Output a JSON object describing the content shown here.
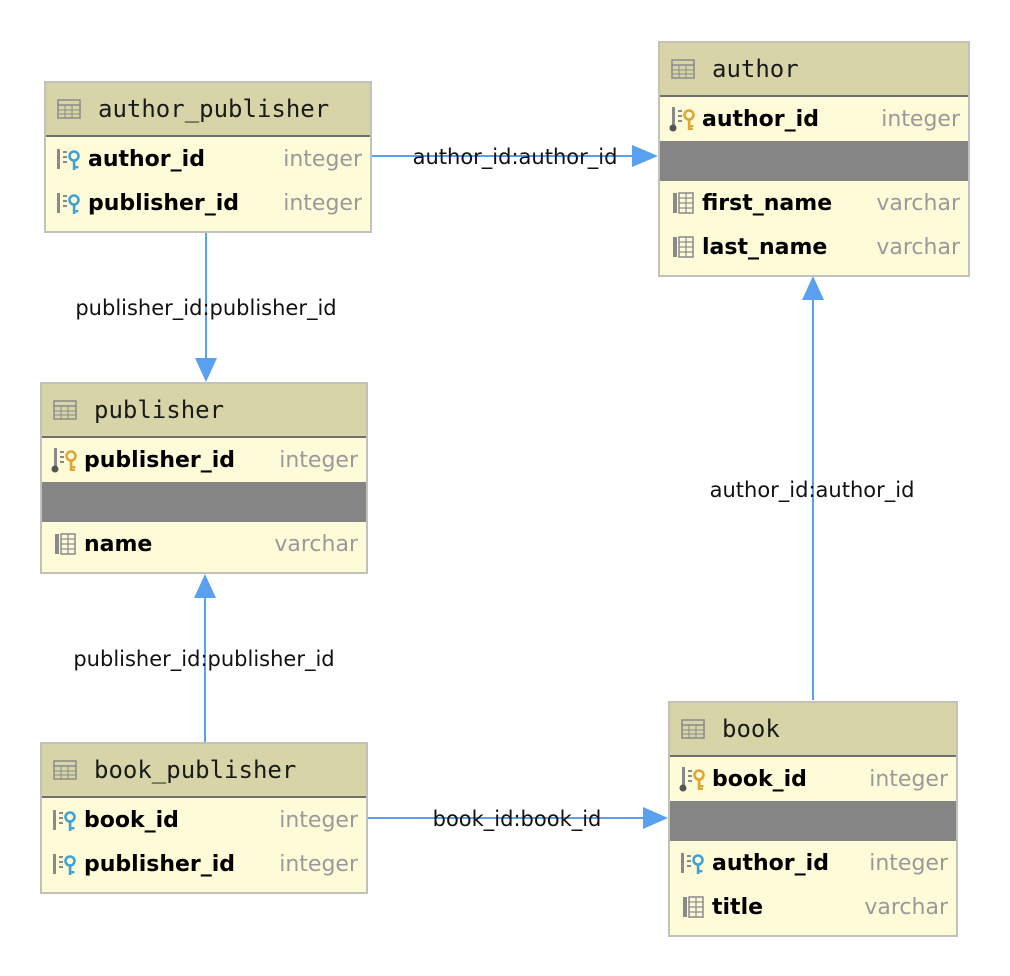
{
  "colors": {
    "header_bg": "#d7d5a8",
    "body_bg": "#fdfbd8",
    "separator": "#858585",
    "edge": "#5aa0f0",
    "type_text": "#9a9a9a",
    "fk_key": "#3da1d6",
    "pk_key": "#e0a430"
  },
  "tables": {
    "author_publisher": {
      "name": "author_publisher",
      "cols": [
        {
          "name": "author_id",
          "type": "integer",
          "icon": "foreign-key-icon"
        },
        {
          "name": "publisher_id",
          "type": "integer",
          "icon": "foreign-key-icon"
        }
      ]
    },
    "author": {
      "name": "author",
      "cols": [
        {
          "name": "author_id",
          "type": "integer",
          "icon": "primary-key-icon"
        },
        {
          "name": "first_name",
          "type": "varchar",
          "icon": "column-icon"
        },
        {
          "name": "last_name",
          "type": "varchar",
          "icon": "column-icon"
        }
      ]
    },
    "publisher": {
      "name": "publisher",
      "cols": [
        {
          "name": "publisher_id",
          "type": "integer",
          "icon": "primary-key-icon"
        },
        {
          "name": "name",
          "type": "varchar",
          "icon": "column-icon"
        }
      ]
    },
    "book_publisher": {
      "name": "book_publisher",
      "cols": [
        {
          "name": "book_id",
          "type": "integer",
          "icon": "foreign-key-icon"
        },
        {
          "name": "publisher_id",
          "type": "integer",
          "icon": "foreign-key-icon"
        }
      ]
    },
    "book": {
      "name": "book",
      "cols": [
        {
          "name": "book_id",
          "type": "integer",
          "icon": "primary-key-icon"
        },
        {
          "name": "author_id",
          "type": "integer",
          "icon": "foreign-key-icon"
        },
        {
          "name": "title",
          "type": "varchar",
          "icon": "column-icon"
        }
      ]
    }
  },
  "relations": {
    "ap_author": "author_id:author_id",
    "ap_publisher": "publisher_id:publisher_id",
    "book_author": "author_id:author_id",
    "bp_publisher": "publisher_id:publisher_id",
    "bp_book": "book_id:book_id"
  }
}
